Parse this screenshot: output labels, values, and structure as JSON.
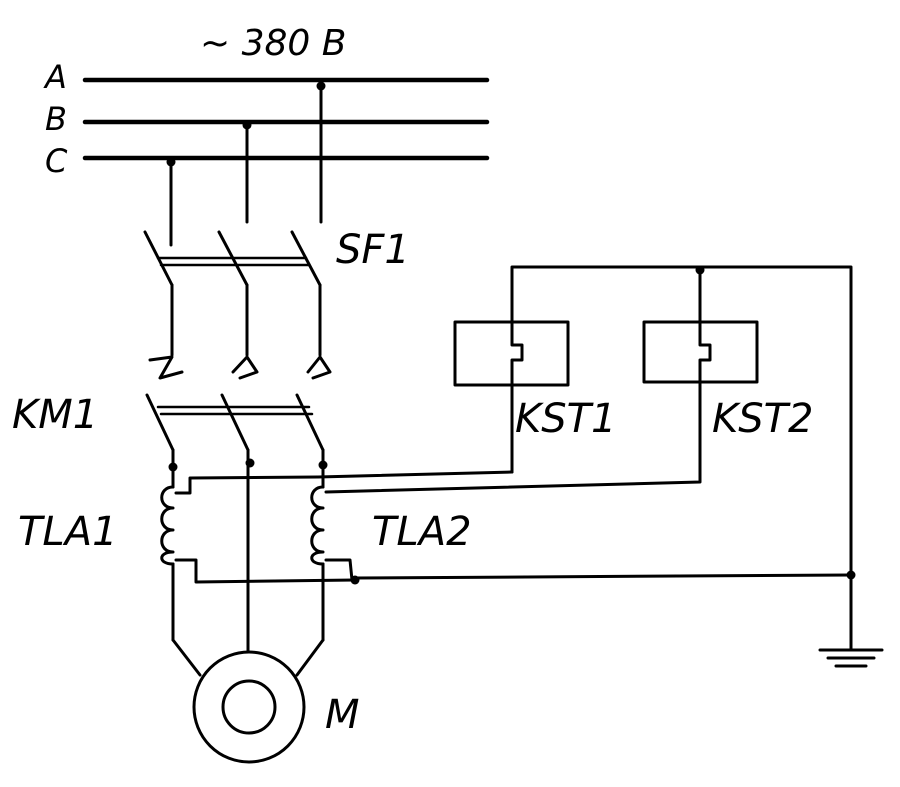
{
  "supply": {
    "voltage_label": "~ 380 В",
    "phases": [
      {
        "label": "A"
      },
      {
        "label": "B"
      },
      {
        "label": "C"
      }
    ]
  },
  "components": {
    "breaker": {
      "label": "SF1"
    },
    "contactor": {
      "label": "KM1"
    },
    "current_transformer_1": {
      "label": "TLA1"
    },
    "current_transformer_2": {
      "label": "TLA2"
    },
    "thermal_relay_1": {
      "label": "KST1"
    },
    "thermal_relay_2": {
      "label": "KST2"
    },
    "motor": {
      "label": "M"
    }
  }
}
